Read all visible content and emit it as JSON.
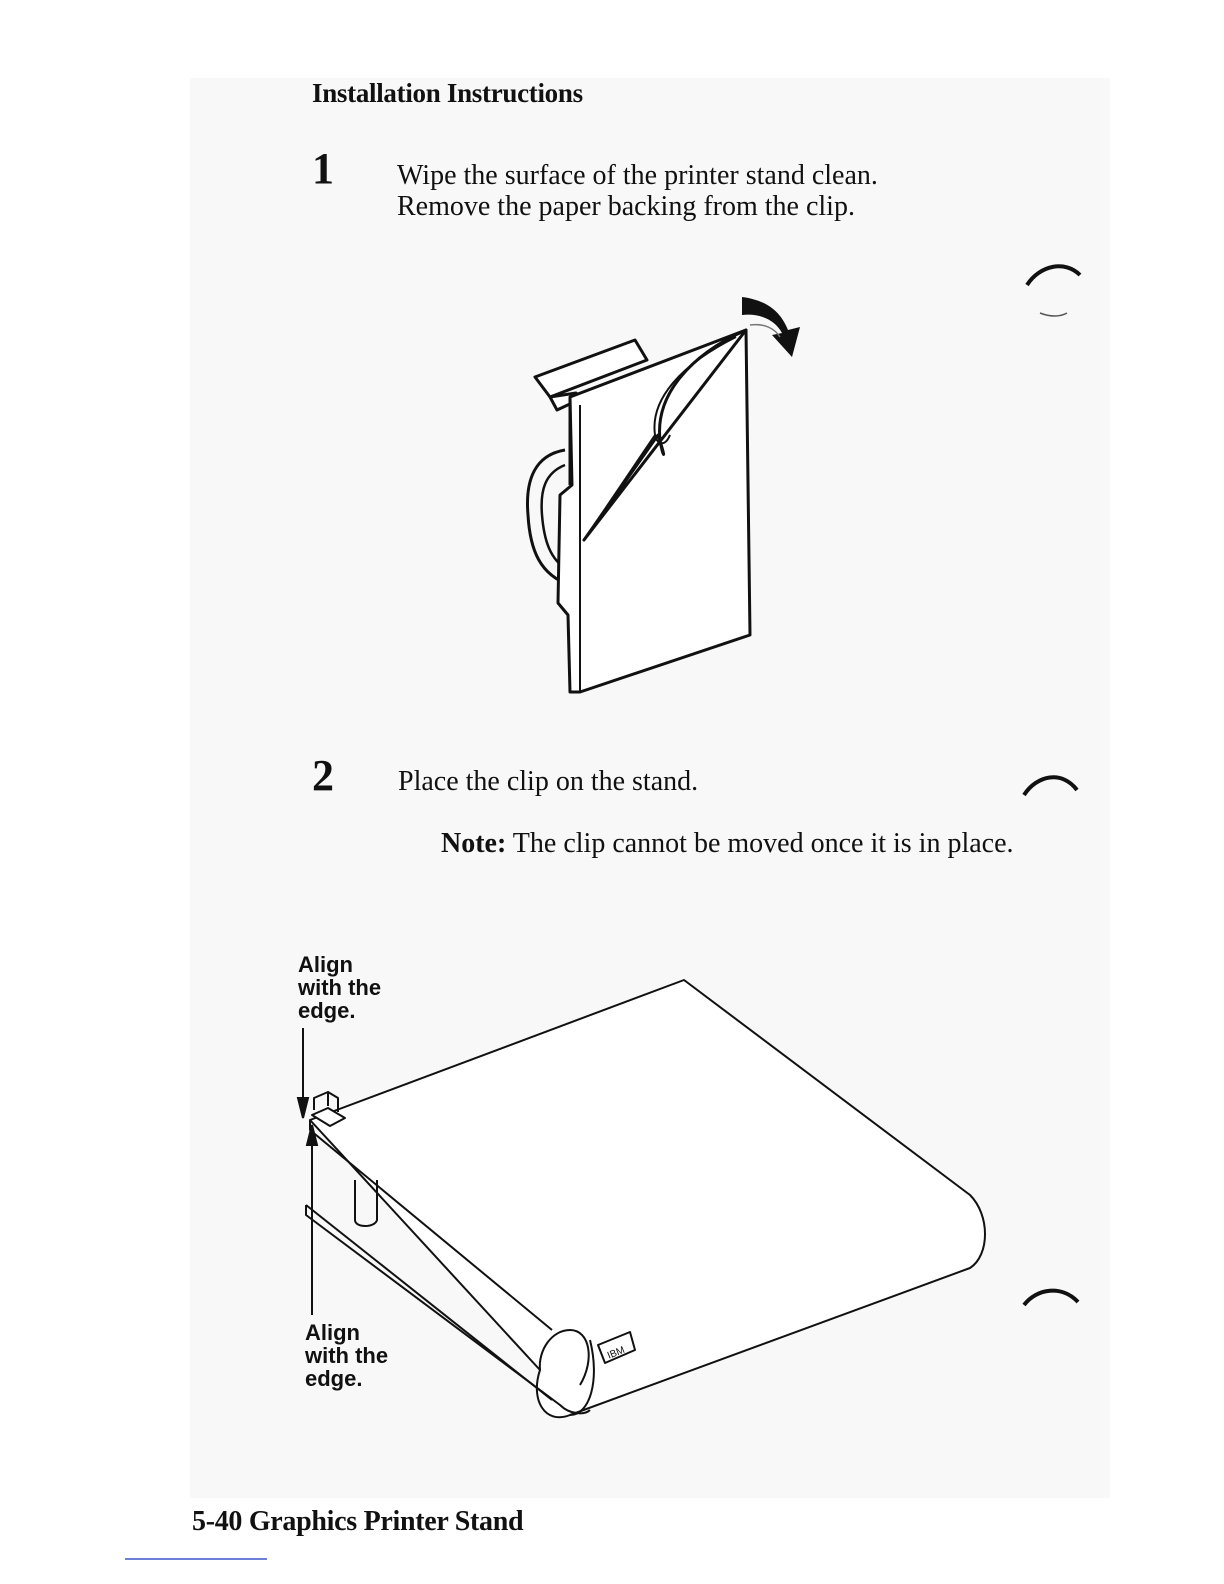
{
  "page": {
    "heading": "Installation Instructions",
    "steps": [
      {
        "number": "1",
        "lines": [
          "Wipe the surface of the printer stand clean.",
          "Remove the paper backing from the clip."
        ]
      },
      {
        "number": "2",
        "lines": [
          "Place the clip on the stand."
        ]
      }
    ],
    "note": {
      "label": "Note:",
      "text": "The clip cannot be moved once it is in place."
    },
    "callouts": {
      "top": [
        "Align",
        "with the",
        "edge."
      ],
      "bottom": [
        "Align",
        "with the",
        "edge."
      ]
    },
    "stand_logo": "IBM",
    "footer": "5-40  Graphics Printer Stand"
  }
}
